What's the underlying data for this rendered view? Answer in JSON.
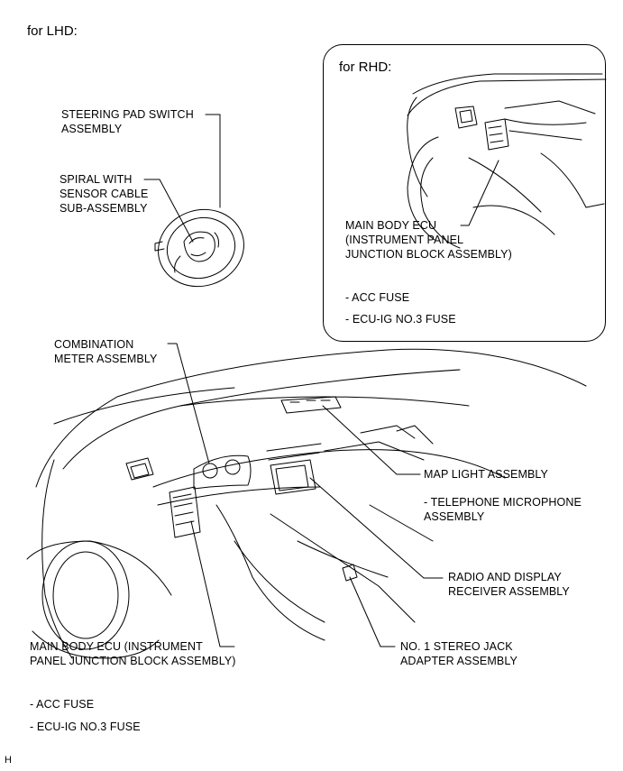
{
  "header": {
    "lhd_title": "for LHD:"
  },
  "rhd_inset": {
    "title": "for RHD:",
    "ecu_label": [
      "MAIN BODY ECU",
      "(INSTRUMENT PANEL",
      "JUNCTION BLOCK ASSEMBLY)"
    ],
    "fuses": [
      "- ACC FUSE",
      "- ECU-IG NO.3 FUSE"
    ]
  },
  "labels": {
    "steering_pad": [
      "STEERING PAD SWITCH",
      "ASSEMBLY"
    ],
    "spiral": [
      "SPIRAL WITH",
      "SENSOR CABLE",
      "SUB-ASSEMBLY"
    ],
    "combination_meter": [
      "COMBINATION",
      "METER ASSEMBLY"
    ],
    "map_light": [
      "MAP LIGHT ASSEMBLY"
    ],
    "telephone_mic": [
      "- TELEPHONE MICROPHONE",
      "ASSEMBLY"
    ],
    "radio_display": [
      "RADIO AND DISPLAY",
      "RECEIVER ASSEMBLY"
    ],
    "main_body_ecu": [
      "MAIN BODY ECU (INSTRUMENT",
      "PANEL JUNCTION BLOCK ASSEMBLY)"
    ],
    "stereo_jack": [
      "NO. 1 STEREO JACK",
      "ADAPTER ASSEMBLY"
    ]
  },
  "fuses_bottom": [
    "- ACC FUSE",
    "- ECU-IG NO.3 FUSE"
  ],
  "footer_code": "H"
}
